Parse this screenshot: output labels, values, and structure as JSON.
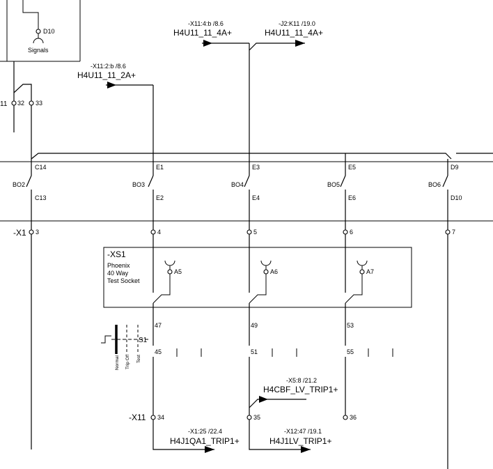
{
  "signals_box": {
    "pin": "D10",
    "label": "Signals"
  },
  "wire_refs": {
    "x11_4b": {
      "ref": "-X11:4:b /8.6",
      "name": "H4U11_11_4A+"
    },
    "j2_k11": {
      "ref": "-J2:K11 /19.0",
      "name": "H4U11_11_4A+"
    },
    "x11_2b": {
      "ref": "-X11:2:b /8.6",
      "name": "H4U11_11_2A+"
    },
    "x5_8": {
      "ref": "-X5:8 /21.2",
      "name": "H4CBF_LV_TRIP1+"
    },
    "x1_25": {
      "ref": "-X1:25 /22.4",
      "name": "H4J1QA1_TRIP1+"
    },
    "x12_47": {
      "ref": "-X12:47 /19.1",
      "name": "H4J1LV_TRIP1+"
    }
  },
  "top_terminals": {
    "left_partial": "11",
    "t32": "32",
    "t33": "33"
  },
  "contacts": [
    {
      "name": "BO2",
      "top": "C14",
      "bottom": "C13"
    },
    {
      "name": "BO3",
      "top": "E1",
      "bottom": "E2"
    },
    {
      "name": "BO4",
      "top": "E3",
      "bottom": "E4"
    },
    {
      "name": "BO5",
      "top": "E5",
      "bottom": "E6"
    },
    {
      "name": "BO6",
      "top": "D9",
      "bottom": "D10"
    }
  ],
  "terminal_strip_x1": {
    "label": "-X1",
    "terminals": [
      "3",
      "4",
      "5",
      "6",
      "7"
    ]
  },
  "test_socket": {
    "tag": "-XS1",
    "lines": [
      "Phoenix",
      "40 Way",
      "Test Socket"
    ],
    "pins": [
      "A5",
      "A6",
      "A7"
    ]
  },
  "switch_s1": {
    "tag": "S1",
    "positions": [
      "Normal",
      "Trip Off",
      "Test"
    ],
    "upper_terminals": [
      "47",
      "49",
      "53"
    ],
    "lower_terminals": [
      "45",
      "51",
      "55"
    ]
  },
  "terminal_strip_x11": {
    "label": "-X11",
    "terminals": [
      "34",
      "35",
      "36"
    ]
  }
}
